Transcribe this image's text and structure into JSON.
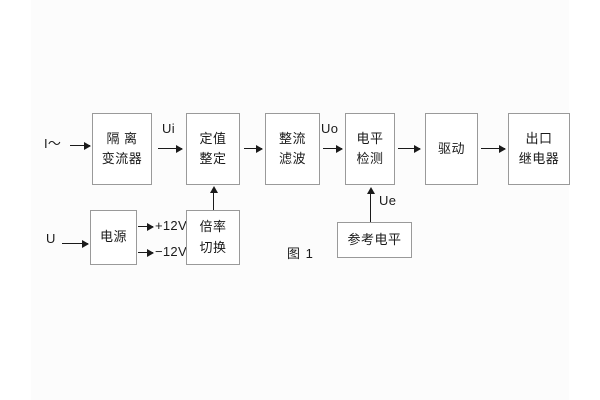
{
  "figure": {
    "caption": "图 1",
    "title_text": "图 1"
  },
  "blocks": {
    "isolation_ct": {
      "line1": "隔 离",
      "line2": "变流器"
    },
    "setting": {
      "line1": "定值",
      "line2": "整定"
    },
    "rectify_filter": {
      "line1": "整流",
      "line2": "滤波"
    },
    "level_detect": {
      "line1": "电平",
      "line2": "检测"
    },
    "drive": {
      "line1": "驱动"
    },
    "output_relay": {
      "line1": "出口",
      "line2": "继电器"
    },
    "power_supply": {
      "line1": "电源"
    },
    "ratio_switch": {
      "line1": "倍率",
      "line2": "切换"
    },
    "reference_level": {
      "line1": "参考电平"
    }
  },
  "signals": {
    "input_current": "I～",
    "input_voltage": "U",
    "ui": "Ui",
    "uo": "Uo",
    "ue": "Ue",
    "rail_positive": "+12V",
    "rail_negative": "−12V"
  },
  "colors": {
    "box_border": "#9a9a9a",
    "line": "#1a1a1a",
    "text": "#1a1a1a",
    "background": "#ffffff",
    "page_tint": "#fcfcfc"
  }
}
